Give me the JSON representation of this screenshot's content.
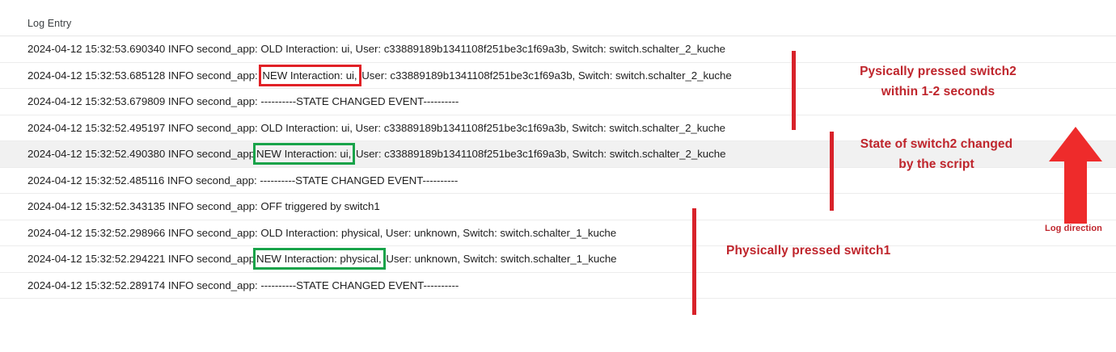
{
  "table": {
    "column_header": "Log Entry",
    "rows": [
      {
        "id": "row-1",
        "highlighted_row": false,
        "before": "2024-04-12 15:32:53.690340 INFO second_app: OLD Interaction: ui, User: c33889189b1341108f251be3c1f69a3b, Switch: switch.schalter_2_kuche",
        "boxed": "",
        "box_color": "",
        "after": ""
      },
      {
        "id": "row-2",
        "highlighted_row": false,
        "before": "2024-04-12 15:32:53.685128 INFO second_app: ",
        "boxed": "NEW Interaction: ui,",
        "box_color": "red",
        "after": " User: c33889189b1341108f251be3c1f69a3b, Switch: switch.schalter_2_kuche"
      },
      {
        "id": "row-3",
        "highlighted_row": false,
        "before": "2024-04-12 15:32:53.679809 INFO second_app: ----------STATE CHANGED EVENT----------",
        "boxed": "",
        "box_color": "",
        "after": ""
      },
      {
        "id": "row-4",
        "highlighted_row": false,
        "before": "2024-04-12 15:32:52.495197 INFO second_app: OLD Interaction: ui, User: c33889189b1341108f251be3c1f69a3b, Switch: switch.schalter_2_kuche",
        "boxed": "",
        "box_color": "",
        "after": ""
      },
      {
        "id": "row-5",
        "highlighted_row": true,
        "before": "2024-04-12 15:32:52.490380 INFO second_app",
        "boxed": "NEW Interaction: ui,",
        "box_color": "green",
        "after": " User: c33889189b1341108f251be3c1f69a3b, Switch: switch.schalter_2_kuche"
      },
      {
        "id": "row-6",
        "highlighted_row": false,
        "before": "2024-04-12 15:32:52.485116 INFO second_app: ----------STATE CHANGED EVENT----------",
        "boxed": "",
        "box_color": "",
        "after": ""
      },
      {
        "id": "row-7",
        "highlighted_row": false,
        "before": "2024-04-12 15:32:52.343135 INFO second_app: OFF triggered by switch1",
        "boxed": "",
        "box_color": "",
        "after": ""
      },
      {
        "id": "row-8",
        "highlighted_row": false,
        "before": "2024-04-12 15:32:52.298966 INFO second_app: OLD Interaction: physical, User: unknown, Switch: switch.schalter_1_kuche",
        "boxed": "",
        "box_color": "",
        "after": ""
      },
      {
        "id": "row-9",
        "highlighted_row": false,
        "before": "2024-04-12 15:32:52.294221 INFO second_app",
        "boxed": "NEW Interaction: physical,",
        "box_color": "green",
        "after": " User: unknown, Switch: switch.schalter_1_kuche"
      },
      {
        "id": "row-10",
        "highlighted_row": false,
        "before": "2024-04-12 15:32:52.289174 INFO second_app: ----------STATE CHANGED EVENT----------",
        "boxed": "",
        "box_color": "",
        "after": ""
      }
    ]
  },
  "annotations": {
    "note_switch2_press_line1": "Pysically pressed switch2",
    "note_switch2_press_line2": "within 1-2 seconds",
    "note_switch2_state_line1": "State of switch2 changed",
    "note_switch2_state_line2": "by the script",
    "note_switch1_press": "Physically pressed switch1",
    "arrow_caption": "Log direction"
  },
  "colors": {
    "annotation_red": "#bf252c",
    "bar_red": "#d8222a",
    "box_red": "#e12026",
    "box_green": "#18a349",
    "row_highlight": "#f1f1f1",
    "row_divider": "#ececec"
  }
}
